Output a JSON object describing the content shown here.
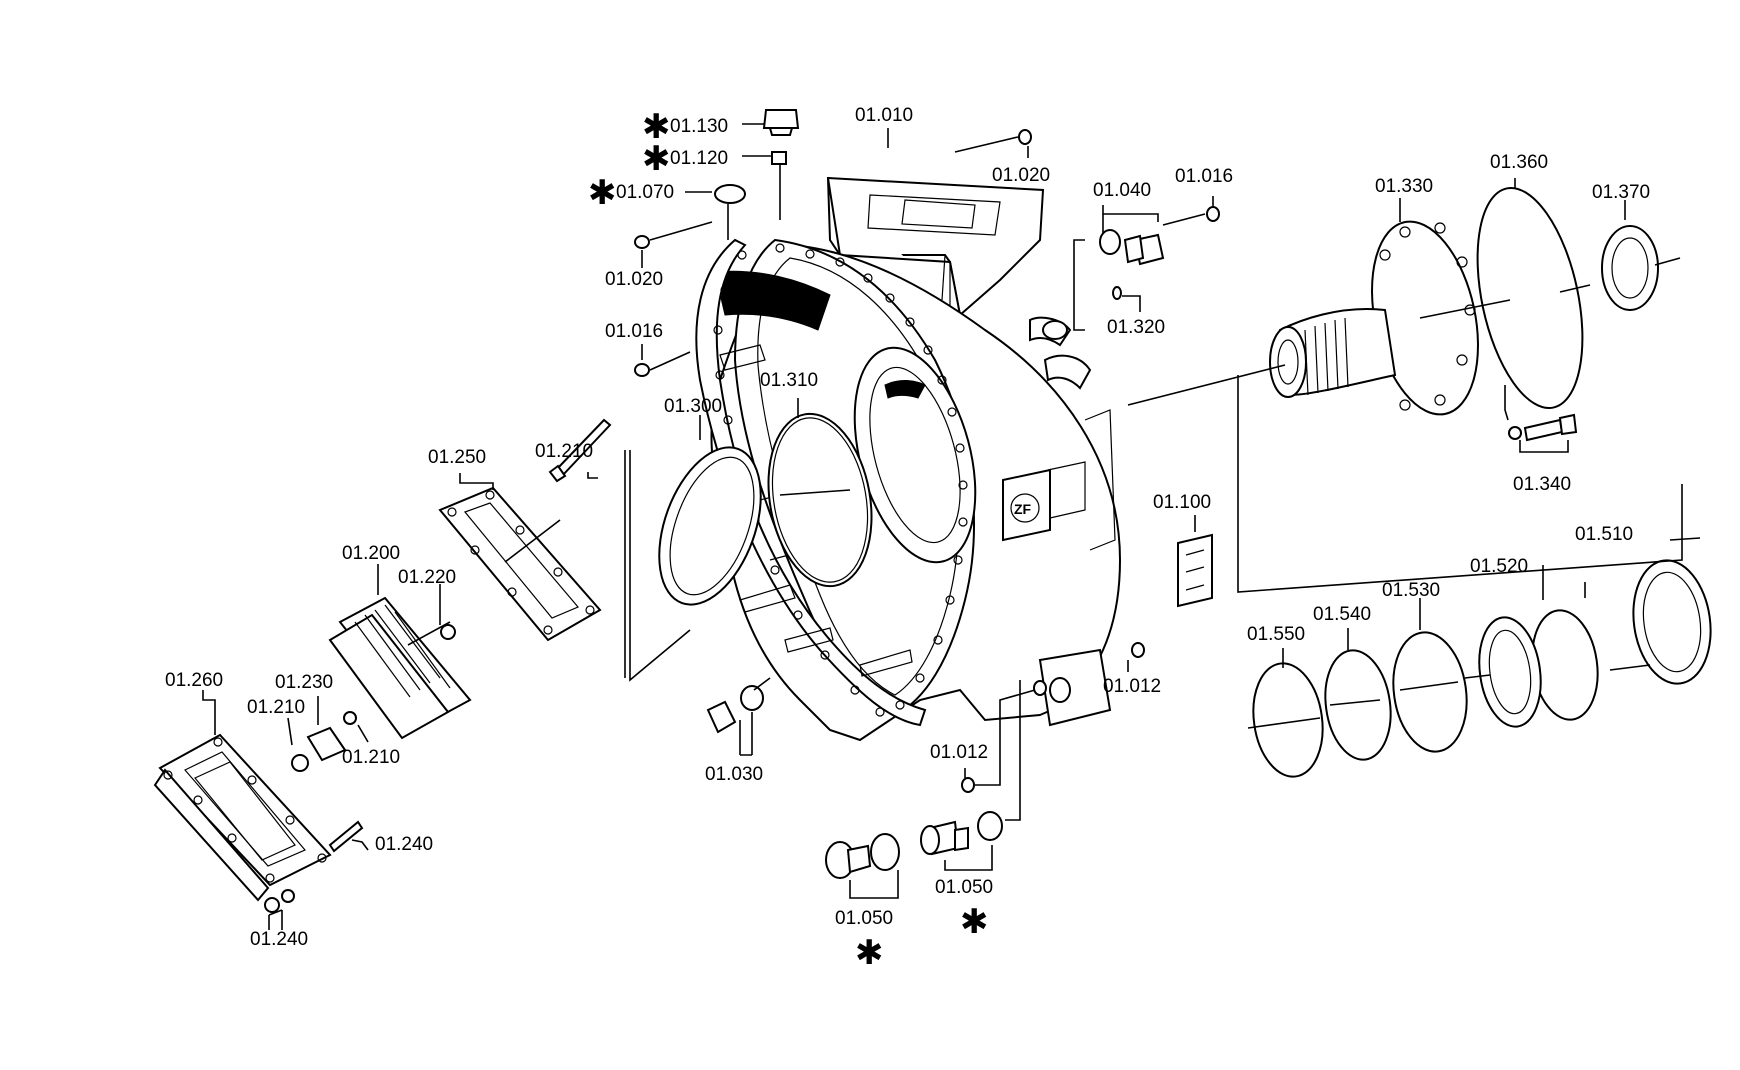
{
  "diagram": {
    "labels": {
      "p01_010": "01.010",
      "p01_012a": "01.012",
      "p01_012b": "01.012",
      "p01_016a": "01.016",
      "p01_016b": "01.016",
      "p01_020a": "01.020",
      "p01_020b": "01.020",
      "p01_030": "01.030",
      "p01_040": "01.040",
      "p01_050a": "01.050",
      "p01_050b": "01.050",
      "p01_070": "01.070",
      "p01_100": "01.100",
      "p01_120": "01.120",
      "p01_130": "01.130",
      "p01_200": "01.200",
      "p01_210a": "01.210",
      "p01_210b": "01.210",
      "p01_210c": "01.210",
      "p01_220": "01.220",
      "p01_230": "01.230",
      "p01_240a": "01.240",
      "p01_240b": "01.240",
      "p01_250": "01.250",
      "p01_260": "01.260",
      "p01_300": "01.300",
      "p01_310": "01.310",
      "p01_320": "01.320",
      "p01_330": "01.330",
      "p01_340": "01.340",
      "p01_360": "01.360",
      "p01_370": "01.370",
      "p01_510": "01.510",
      "p01_520": "01.520",
      "p01_530": "01.530",
      "p01_540": "01.540",
      "p01_550": "01.550"
    },
    "star_symbol": "✱"
  }
}
